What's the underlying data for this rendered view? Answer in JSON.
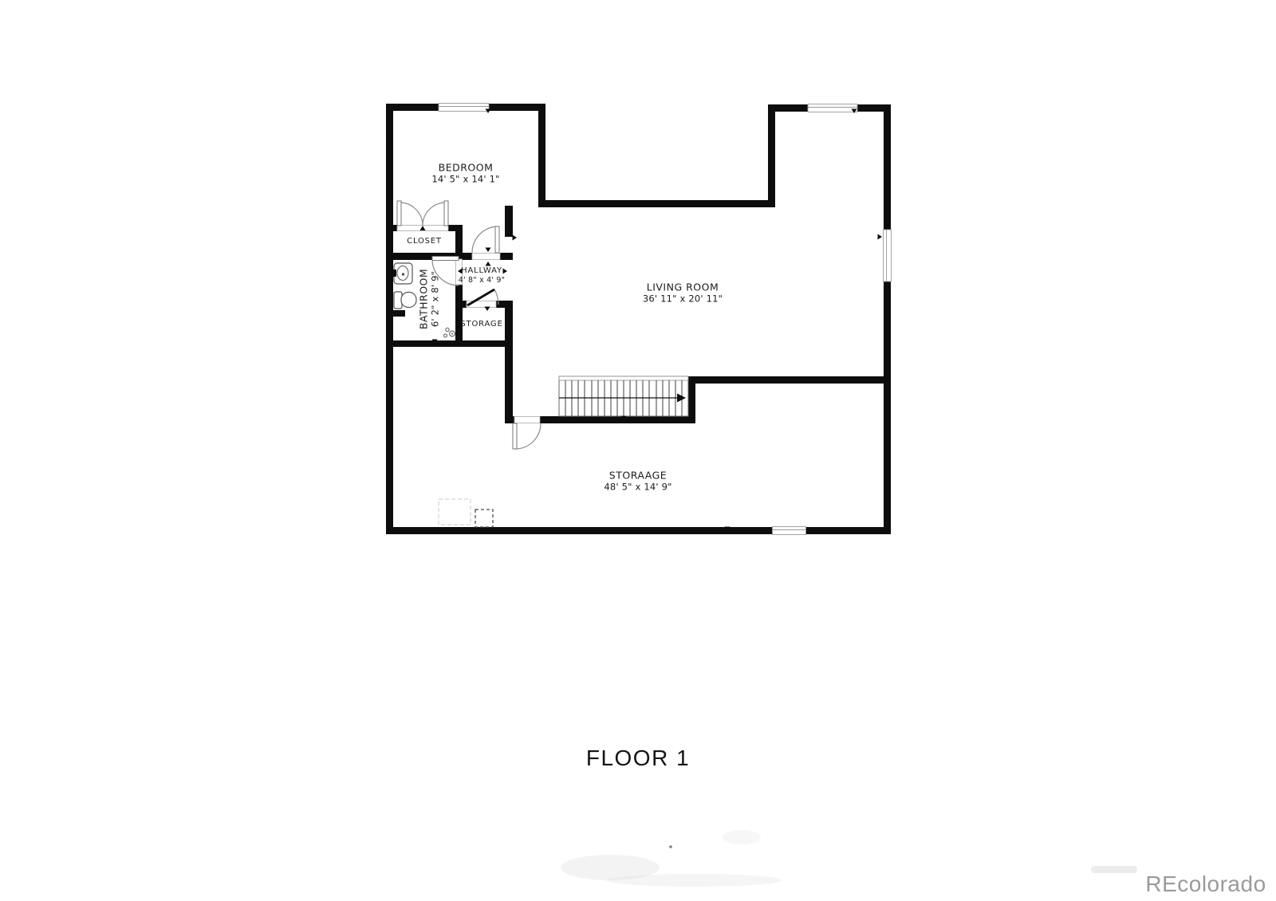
{
  "page": {
    "title_label": "FLOOR 1",
    "watermark": "REcolorado"
  },
  "rooms": {
    "bedroom": {
      "name": "BEDROOM",
      "dims": "14' 5\" x 14' 1\""
    },
    "closet": {
      "name": "CLOSET"
    },
    "bathroom": {
      "name": "BATHROOM",
      "dims": "6' 2\" x 8' 9\""
    },
    "hallway": {
      "name": "HALLWAY",
      "dims": "4' 8\" x 4' 9\""
    },
    "storage": {
      "name": "STORAGE"
    },
    "living_room": {
      "name": "LIVING ROOM",
      "dims": "36' 11\" x 20' 11\""
    },
    "storage_large": {
      "name": "STORAAGE",
      "dims": "48' 5\" x 14' 9\""
    }
  },
  "colors": {
    "wall": "#0d0d0d",
    "door_arc": "#8a8a8a",
    "stair_line": "#3d3d3d",
    "text": "#1c1c1c",
    "watermark_gray": "#9a9a9a",
    "background": "#ffffff"
  }
}
